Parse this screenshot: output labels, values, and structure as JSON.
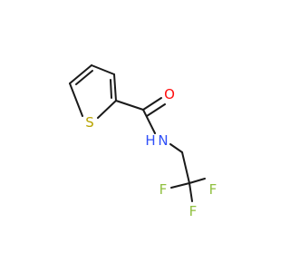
{
  "atoms": [
    {
      "id": "s1",
      "symbol": "S",
      "color": "#b8a400"
    },
    {
      "id": "o1",
      "symbol": "O",
      "color": "#ff0d0d"
    },
    {
      "id": "n1",
      "symbol": "N",
      "color": "#3050f8"
    },
    {
      "id": "h1",
      "symbol": "H",
      "color": "#3050f8"
    },
    {
      "id": "f1",
      "symbol": "F",
      "color": "#90c040"
    },
    {
      "id": "f2",
      "symbol": "F",
      "color": "#90c040"
    },
    {
      "id": "f3",
      "symbol": "F",
      "color": "#90c040"
    }
  ],
  "bond_color": "#1a1a1a"
}
